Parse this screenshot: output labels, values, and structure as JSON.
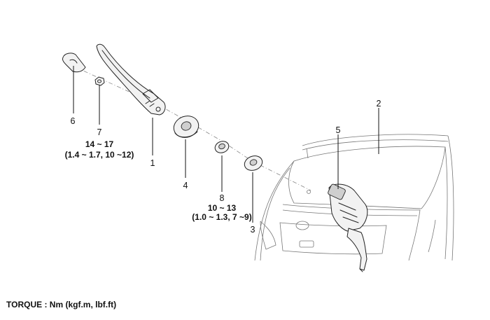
{
  "callouts": {
    "c1": "1",
    "c2": "2",
    "c3": "3",
    "c4": "4",
    "c5": "5",
    "c6": "6",
    "c7": "7",
    "c8": "8"
  },
  "torques": {
    "t7_line1": "14 ~ 17",
    "t7_line2": "(1.4 ~ 1.7, 10 ~12)",
    "t8_line1": "10 ~ 13",
    "t8_line2": "(1.0 ~ 1.3, 7 ~9)"
  },
  "footer": {
    "torque_unit": "TORQUE : Nm (kgf.m, lbf.ft)"
  }
}
